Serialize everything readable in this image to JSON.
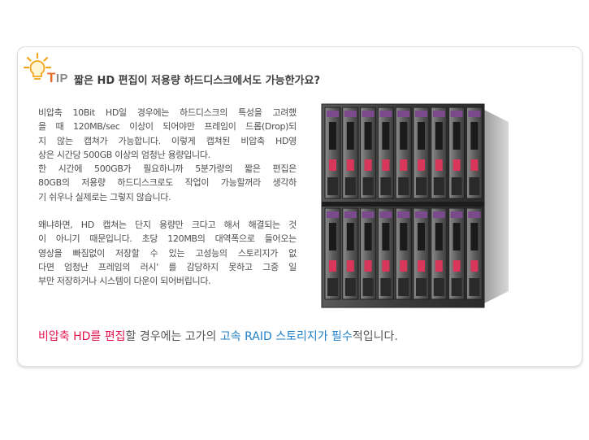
{
  "tip": {
    "letter": "T",
    "rest": "IP"
  },
  "title": "짧은 HD 편집이 저용량 하드디스크에서도 가능한가요?",
  "paragraph1": [
    "비압축 10Bit HD일 경우에는 하드디스크의 특성을 고려했",
    "을 때 120MB/sec 이상이 되어야만 프레임이 드롭(Drop)되",
    "지 않는 캡쳐가 가능합니다. 이렇게 캡쳐된 비압축 HD영",
    "상은 시간당 500GB 이상의 엄청난 용량입니다.",
    "한 시간에 500GB가 필요하니까 5분가량의 짧은 편집은",
    "80GB의 저용량 하드디스크로도 작업이 가능할꺼라 생각하",
    "기 쉬우나 실제로는 그렇지 않습니다."
  ],
  "paragraph2": [
    "왜냐하면, HD 캡쳐는 단지 용량만 크다고 해서 해결되는 것",
    "이 아니기 때문입니다. 초당 120MB의 대역폭으로 들어오는",
    "영상을 빠짐없이 저장할 수 있는 고성능의 스토리지가 없",
    "다면 엄청난 프레임의 러시' 를 감당하지 못하고 그중 일",
    "부만 저장하거나 시스템이 다운이 되어버립니다."
  ],
  "conclusion": {
    "part1": "비압축 HD를 편집",
    "part2": "할 경우에는 고가의 ",
    "part3": "고속 RAID 스토리지가 필수",
    "part4": "적입니다."
  },
  "colors": {
    "accent_red": "#e5124d",
    "accent_blue": "#1f7fc7",
    "tip_orange": "#e76a24"
  },
  "icons": {
    "bulb": "lightbulb-icon",
    "server": "storage-array-image"
  }
}
